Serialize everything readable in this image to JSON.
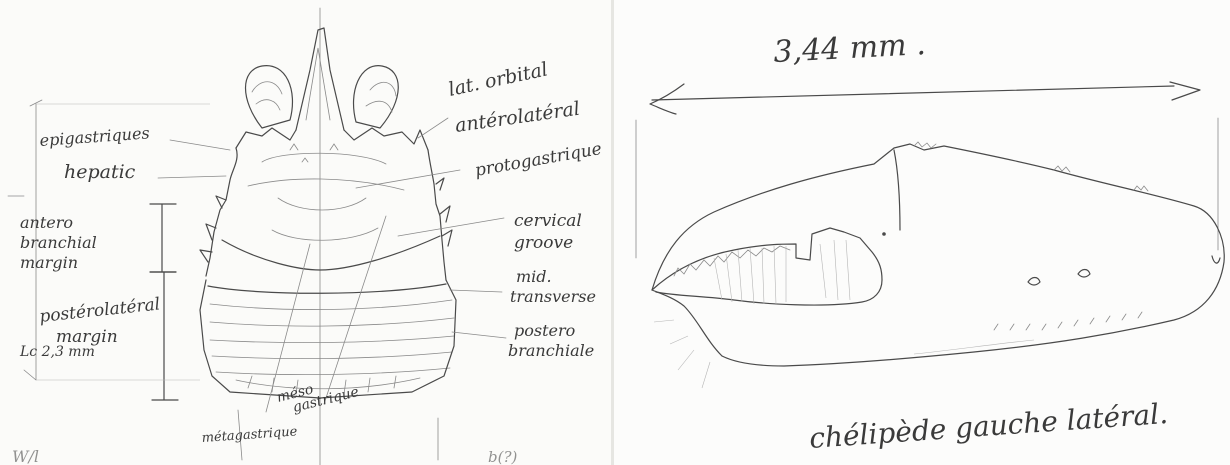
{
  "left_sketch": {
    "labels": {
      "lat_orbital": "lat. orbital",
      "anterolateral": "antérolatéral",
      "epigastriques": "epigastriques",
      "protogastrique": "protogastrique",
      "hepatic": "hepatic",
      "antero_branchial": [
        "antero",
        "branchial",
        "margin"
      ],
      "cervical_groove": [
        "cervical",
        "groove"
      ],
      "mid_transverse": [
        "mid.",
        "transverse"
      ],
      "posterolateral": [
        "postérolatéral",
        "margin"
      ],
      "postero_branchiale": [
        "postero",
        "branchiale"
      ],
      "lc": "Lc 2,3 mm",
      "meso_gastrique": [
        "méso",
        "gastrique"
      ],
      "metagastrique": "métagastrique",
      "bottom_left_fragment": "W/l",
      "bottom_right_fragment": "b(?)"
    }
  },
  "right_sketch": {
    "dimension": "3,44 mm .",
    "caption": "chélipède gauche latéral."
  }
}
